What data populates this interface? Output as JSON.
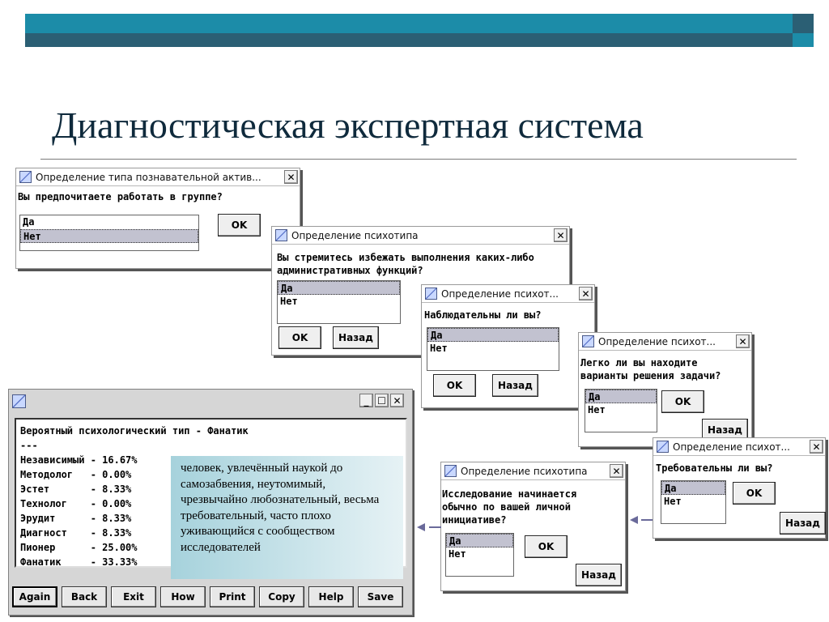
{
  "slide": {
    "title": "Диагностическая экспертная система"
  },
  "win1": {
    "title": "Определение типа познавательной актив...",
    "question": "Вы предпочитаете работать в группе?",
    "options": [
      "Да",
      "Нет"
    ],
    "ok": "OK",
    "close": "✕"
  },
  "win2": {
    "title": "Определение психотипа",
    "question": "Вы стремитесь избежать выполнения каких-либо административных функций?",
    "options": [
      "Да",
      "Нет"
    ],
    "ok": "OK",
    "back": "Назад",
    "close": "✕"
  },
  "win3": {
    "title": "Определение психот...",
    "question": "Наблюдательны ли вы?",
    "options": [
      "Да",
      "Нет"
    ],
    "ok": "OK",
    "back": "Назад",
    "close": "✕"
  },
  "win4": {
    "title": "Определение психот...",
    "question": "Легко ли вы находите варианты решения задачи?",
    "options": [
      "Да",
      "Нет"
    ],
    "ok": "OK",
    "back": "Назад",
    "close": "✕"
  },
  "win5": {
    "title": "Определение психот...",
    "question": "Требовательны ли вы?",
    "options": [
      "Да",
      "Нет"
    ],
    "ok": "OK",
    "back": "Назад",
    "close": "✕"
  },
  "win6": {
    "title": "Определение психотипа",
    "question": "Исследование начинается обычно по вашей личной инициативе?",
    "options": [
      "Да",
      "Нет"
    ],
    "ok": "OK",
    "back": "Назад",
    "close": "✕"
  },
  "result": {
    "header": "Вероятный психологический тип - Фанатик",
    "separator": "---",
    "rows": [
      "Независимый - 16.67%",
      "Методолог   - 0.00%",
      "Эстет       - 8.33%",
      "Технолог    - 0.00%",
      "Эрудит      - 8.33%",
      "Диагност    - 8.33%",
      "Пионер      - 25.00%",
      "Фанатик     - 33.33%"
    ],
    "buttons": [
      "Again",
      "Back",
      "Exit",
      "How",
      "Print",
      "Copy",
      "Help",
      "Save"
    ],
    "minimize": "_",
    "maximize": "☐",
    "close": "✕"
  },
  "description": "человек, увлечённый наукой до самозабвения, неутомимый, чрезвычайно любознательный, весьма требовательный, часто плохо уживающийся с сообществом исследователей"
}
